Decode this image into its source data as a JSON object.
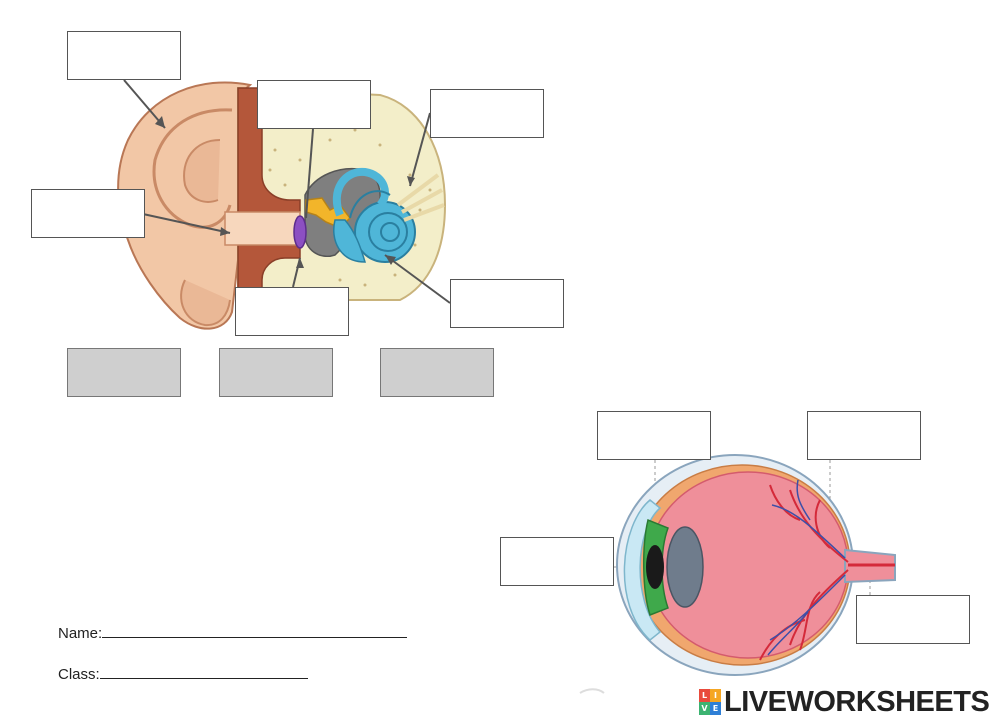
{
  "worksheet": {
    "name_label": "Name:",
    "class_label": "Class:",
    "brand": "LIVEWORKSHEETS",
    "brand_icon_letters": [
      "L",
      "I",
      "V",
      "E"
    ],
    "brand_icon_colors": [
      "#e94b3c",
      "#f5a623",
      "#3cb371",
      "#2f7fd6"
    ]
  },
  "ear_label_boxes": [
    "",
    "",
    "",
    "",
    "",
    ""
  ],
  "ear_answer_boxes": [
    "",
    "",
    ""
  ],
  "eye_label_boxes": [
    "",
    "",
    "",
    ""
  ]
}
